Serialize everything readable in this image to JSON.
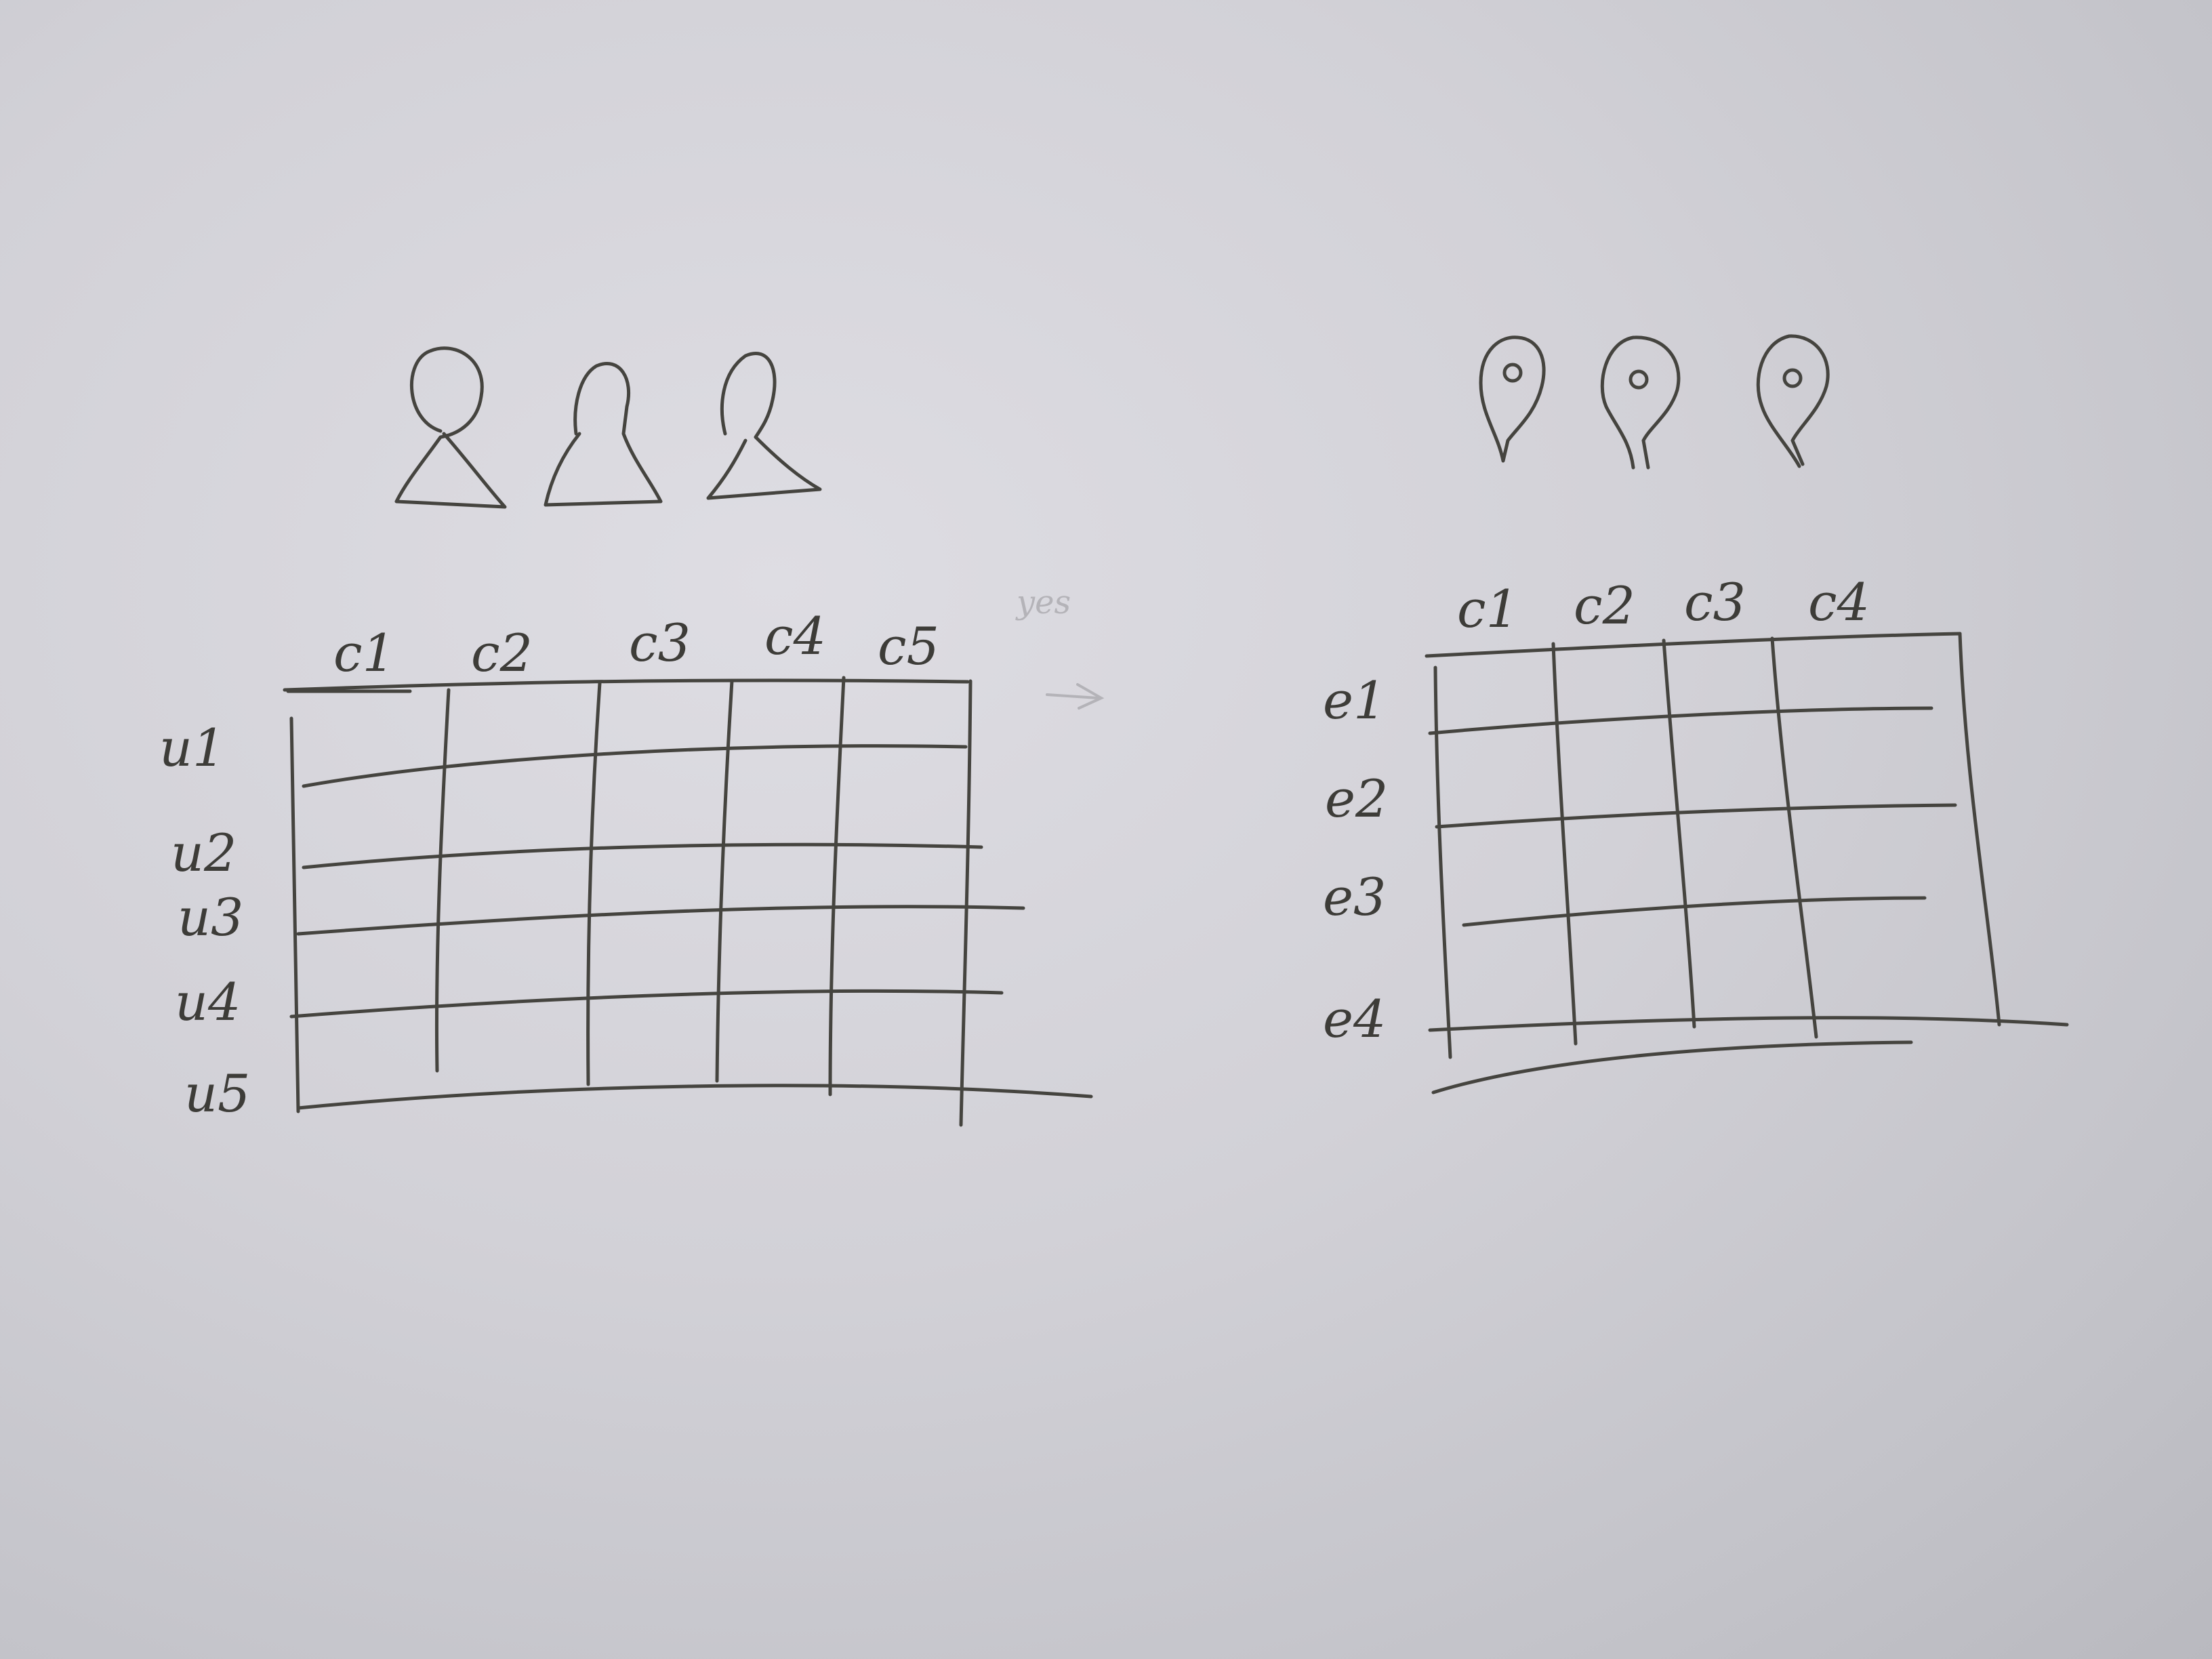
{
  "left_matrix": {
    "columns": [
      "c1",
      "c2",
      "c3",
      "c4",
      "c5"
    ],
    "rows": [
      "u1",
      "u2",
      "u3",
      "u4",
      "u5"
    ]
  },
  "right_matrix": {
    "columns": [
      "c1",
      "c2",
      "c3",
      "c4"
    ],
    "rows": [
      "e1",
      "e2",
      "e3",
      "e4"
    ]
  },
  "faint_text": "yes"
}
